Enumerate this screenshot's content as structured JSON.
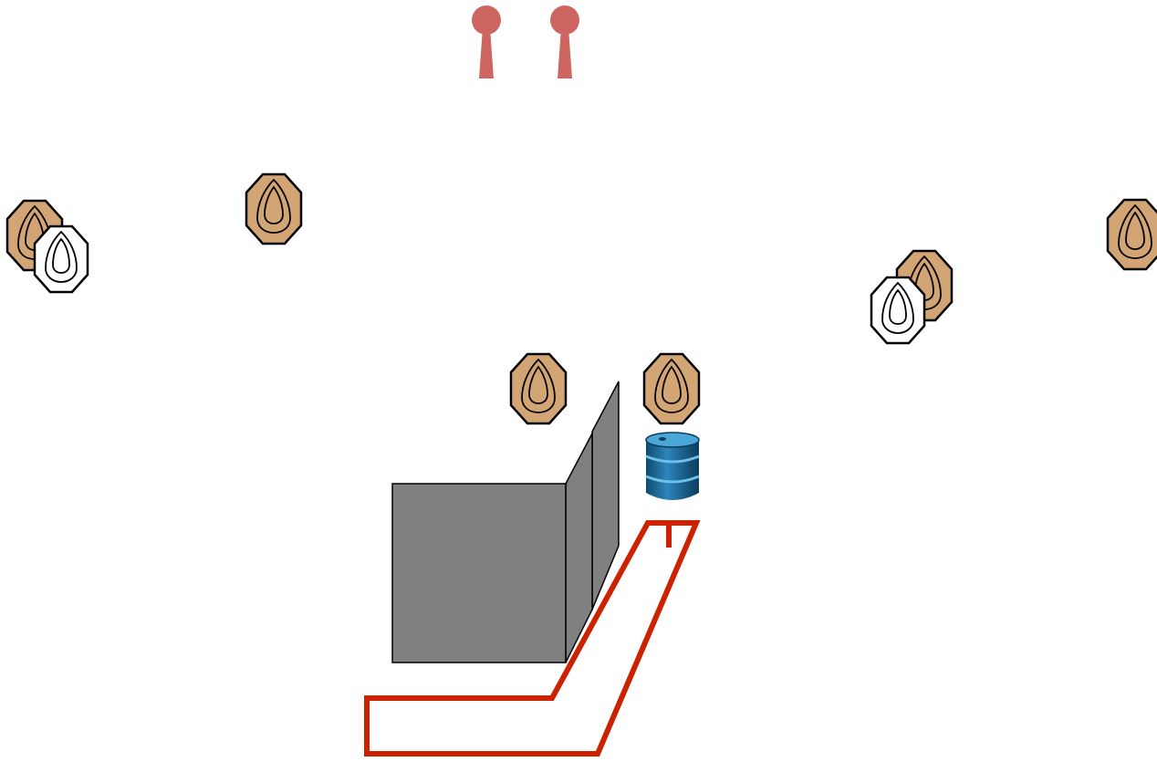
{
  "stage": {
    "name": "stage-diagram",
    "icons": {
      "target": "octagon-target-icon",
      "barrel": "barrel-icon",
      "popper": "popper-icon",
      "wall": "wall-icon",
      "fault_line": "fault-line-icon"
    }
  },
  "colors": {
    "background": "#ffffff",
    "paper_target_fill": "#d4a574",
    "no_shoot_fill": "#ffffff",
    "target_stroke": "#000000",
    "popper": "#cd6661",
    "wall_fill": "#808080",
    "wall_stroke": "#000000",
    "barrel_dark": "#1c5f8a",
    "barrel_light": "#4aa6d6",
    "shooting_area_line": "#cc2200"
  },
  "targets": [
    {
      "kind": "paper",
      "label": ""
    },
    {
      "kind": "no-shoot",
      "label": ""
    },
    {
      "kind": "paper",
      "label": ""
    },
    {
      "kind": "paper",
      "label": ""
    },
    {
      "kind": "no-shoot",
      "label": ""
    },
    {
      "kind": "paper",
      "label": ""
    },
    {
      "kind": "paper",
      "label": ""
    },
    {
      "kind": "paper",
      "label": ""
    }
  ],
  "poppers": [
    {
      "kind": "steel-popper"
    },
    {
      "kind": "steel-popper"
    }
  ],
  "props": {
    "wall": {
      "kind": "barricade-wall"
    },
    "barrel": {
      "kind": "barrel"
    },
    "shooting_area": {
      "kind": "shooting-box"
    }
  }
}
